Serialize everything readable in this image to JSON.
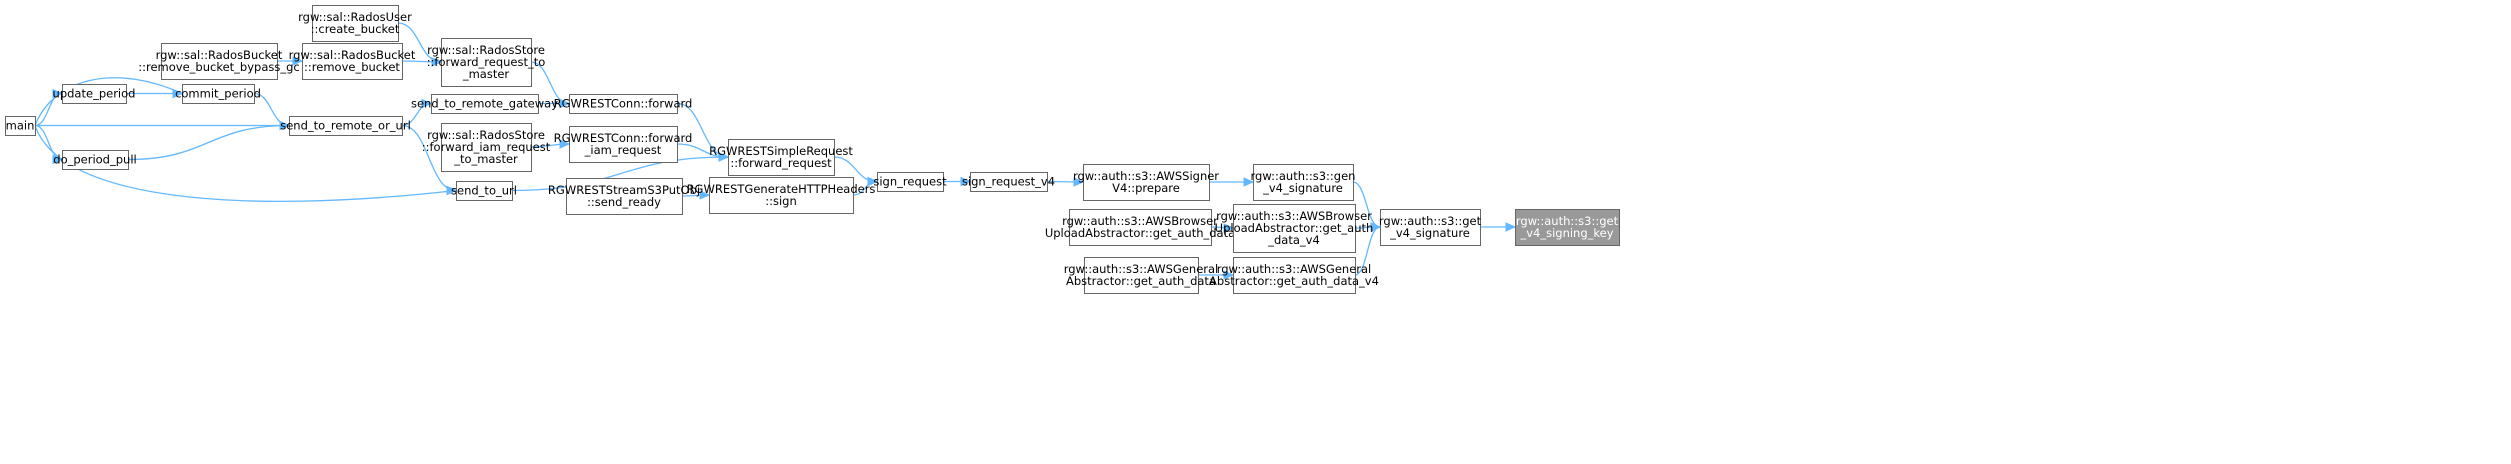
{
  "nodes": [
    {
      "id": "main",
      "lines": [
        "main"
      ]
    },
    {
      "id": "update_period",
      "lines": [
        "update_period"
      ]
    },
    {
      "id": "do_period_pull",
      "lines": [
        "do_period_pull"
      ]
    },
    {
      "id": "commit_period",
      "lines": [
        "commit_period"
      ]
    },
    {
      "id": "send_to_remote_or_url",
      "lines": [
        "send_to_remote_or_url"
      ]
    },
    {
      "id": "send_to_url",
      "lines": [
        "send_to_url"
      ]
    },
    {
      "id": "send_to_remote_gateway",
      "lines": [
        "send_to_remote_gateway"
      ]
    },
    {
      "id": "remove_bucket_bypass_gc",
      "lines": [
        "rgw::sal::RadosBucket",
        "::remove_bucket_bypass_gc"
      ]
    },
    {
      "id": "remove_bucket",
      "lines": [
        "rgw::sal::RadosBucket",
        "::remove_bucket"
      ]
    },
    {
      "id": "create_bucket",
      "lines": [
        "rgw::sal::RadosUser",
        "::create_bucket"
      ]
    },
    {
      "id": "forward_request_to_master",
      "lines": [
        "rgw::sal::RadosStore",
        "::forward_request_to",
        "_master"
      ]
    },
    {
      "id": "forward_iam_request_to_master",
      "lines": [
        "rgw::sal::RadosStore",
        "::forward_iam_request",
        "_to_master"
      ]
    },
    {
      "id": "conn_forward",
      "lines": [
        "RGWRESTConn::forward"
      ]
    },
    {
      "id": "conn_forward_iam",
      "lines": [
        "RGWRESTConn::forward",
        "_iam_request"
      ]
    },
    {
      "id": "simple_forward",
      "lines": [
        "RGWRESTSimpleRequest",
        "::forward_request"
      ]
    },
    {
      "id": "send_ready",
      "lines": [
        "RGWRESTStreamS3PutObj",
        "::send_ready"
      ]
    },
    {
      "id": "gen_headers_sign",
      "lines": [
        "RGWRESTGenerateHTTPHeaders",
        "::sign"
      ]
    },
    {
      "id": "sign_request",
      "lines": [
        "sign_request"
      ]
    },
    {
      "id": "sign_request_v4",
      "lines": [
        "sign_request_v4"
      ]
    },
    {
      "id": "signer_prepare",
      "lines": [
        "rgw::auth::s3::AWSSigner",
        "V4::prepare"
      ]
    },
    {
      "id": "gen_v4_signature",
      "lines": [
        "rgw::auth::s3::gen",
        "_v4_signature"
      ]
    },
    {
      "id": "browser_get_auth_data",
      "lines": [
        "rgw::auth::s3::AWSBrowser",
        "UploadAbstractor::get_auth_data"
      ]
    },
    {
      "id": "browser_get_auth_data_v4",
      "lines": [
        "rgw::auth::s3::AWSBrowser",
        "UploadAbstractor::get_auth",
        "_data_v4"
      ]
    },
    {
      "id": "general_get_auth_data",
      "lines": [
        "rgw::auth::s3::AWSGeneral",
        "Abstractor::get_auth_data"
      ]
    },
    {
      "id": "general_get_auth_data_v4",
      "lines": [
        "rgw::auth::s3::AWSGeneral",
        "Abstractor::get_auth_data_v4"
      ]
    },
    {
      "id": "get_v4_signature",
      "lines": [
        "rgw::auth::s3::get",
        "_v4_signature"
      ]
    },
    {
      "id": "get_v4_signing_key",
      "lines": [
        "rgw::auth::s3::get",
        "_v4_signing_key"
      ]
    }
  ],
  "highlight": "get_v4_signing_key",
  "colors": {
    "edge": "#63b8ff",
    "node_border": "#666666",
    "highlight_fill": "#999999"
  }
}
